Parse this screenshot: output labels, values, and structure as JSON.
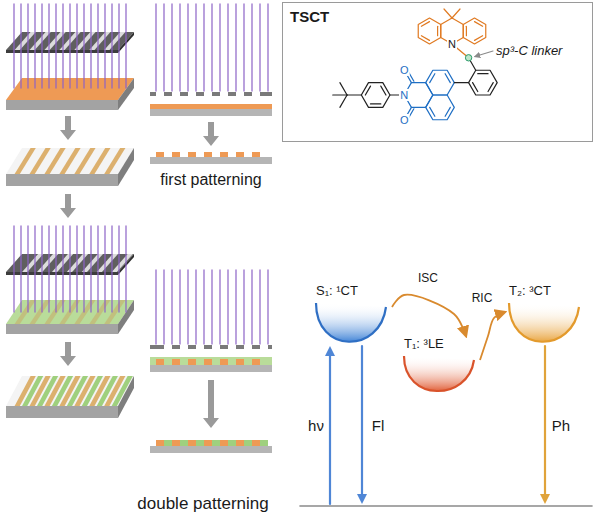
{
  "diagram": {
    "nodes": [
      {
        "text": [
          "TSCT",
          "sp³-C linker"
        ]
      },
      {
        "text": [
          "S₁: ¹CT"
        ]
      },
      {
        "text": [
          "T₁: ³LE"
        ]
      },
      {
        "text": [
          "T₂: ³CT"
        ]
      }
    ],
    "edges": [
      {
        "from": 1,
        "to": 2,
        "arrow": "to",
        "label": "ISC"
      },
      {
        "from": 2,
        "to": 3,
        "arrow": "to",
        "label": "RIC"
      }
    ],
    "labels": [
      "first patterning",
      "double patterning",
      "N",
      "O",
      "N",
      "O",
      "hν",
      "Fl",
      "Ph"
    ]
  }
}
